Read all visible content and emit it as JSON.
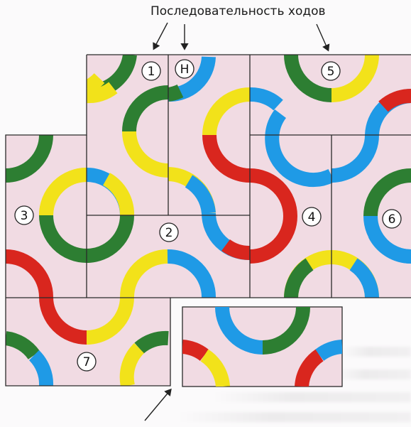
{
  "heading": "Последовательность ходов",
  "colors": {
    "tile_bg": "#f1dbe3",
    "grid_line": "#2a2a2a",
    "green": "#2d7e32",
    "yellow": "#f2e21a",
    "blue": "#1f9ae6",
    "red": "#d9261e"
  },
  "move_badges": {
    "start": "Н",
    "m1": "1",
    "m2": "2",
    "m3": "3",
    "m4": "4",
    "m5": "5",
    "m6": "6",
    "m7": "7"
  },
  "icons": [
    "arrow-icon"
  ]
}
